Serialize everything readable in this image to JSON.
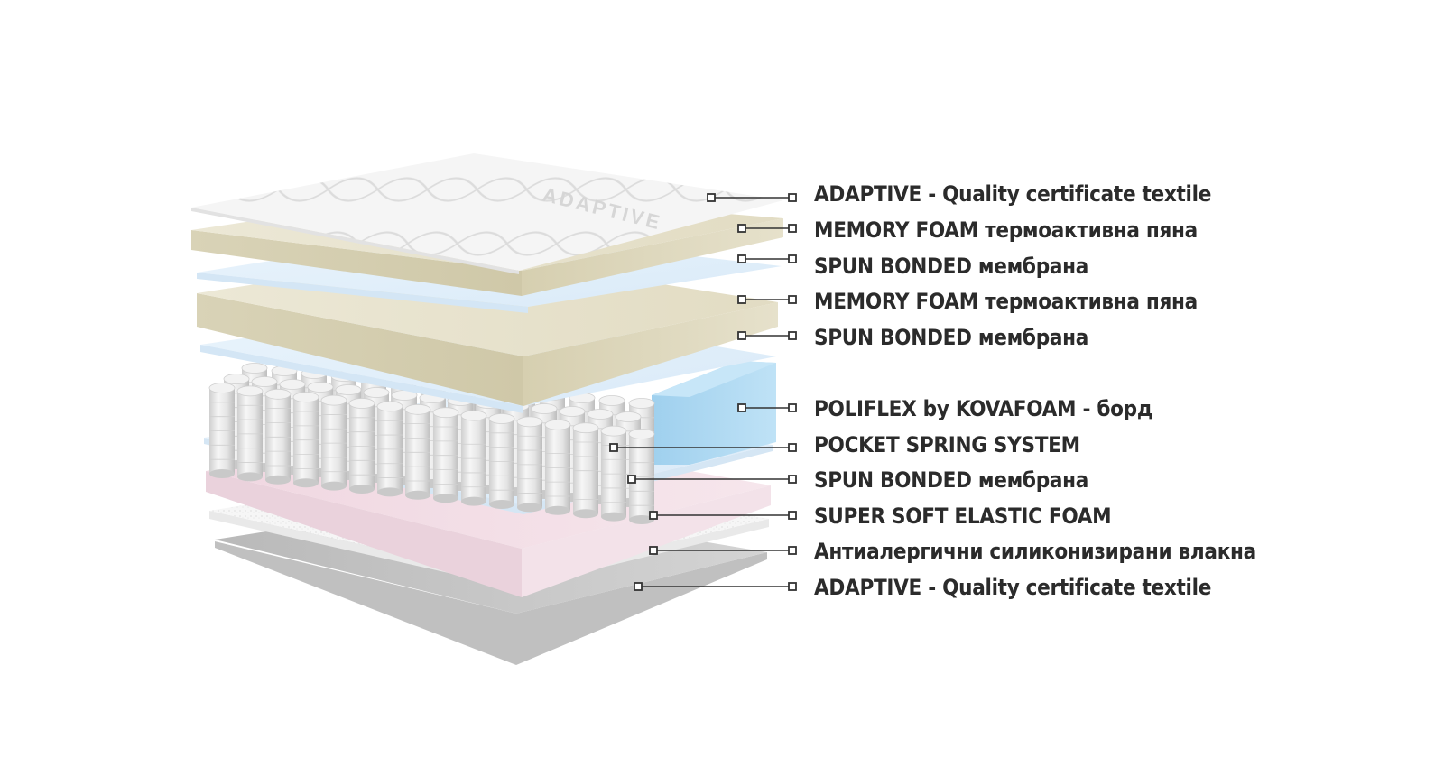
{
  "layers": [
    {
      "id": "adaptive-top",
      "label": "ADAPTIVE - Quality certificate textile"
    },
    {
      "id": "memory-foam-1",
      "label": "MEMORY FOAM термоактивна пяна"
    },
    {
      "id": "spun-bonded-1",
      "label": "SPUN BONDED мембрана"
    },
    {
      "id": "memory-foam-2",
      "label": "MEMORY FOAM термоактивна пяна"
    },
    {
      "id": "spun-bonded-2",
      "label": "SPUN BONDED мембрана"
    },
    {
      "id": "poliflex",
      "label": "POLIFLEX by KOVAFOAM - борд"
    },
    {
      "id": "pocket-spring",
      "label": "POCKET SPRING SYSTEM"
    },
    {
      "id": "spun-bonded-3",
      "label": "SPUN BONDED мембрана"
    },
    {
      "id": "super-soft-foam",
      "label": "SUPER SOFT ELASTIC FOAM"
    },
    {
      "id": "silicone-fibers",
      "label": "Антиалергични силиконизирани влакна"
    },
    {
      "id": "adaptive-bottom",
      "label": "ADAPTIVE - Quality certificate textile"
    }
  ],
  "colors": {
    "textile": "#f4f4f4",
    "memory_foam": "#e9e4cf",
    "spun_bonded": "#e3f0fb",
    "poliflex": "#a9d7f1",
    "spring": "#e8e8e8",
    "super_soft_foam": "#f2dde6",
    "fibers": "#f7f7f7",
    "bottom_textile": "#c4c4c4",
    "text": "#2b2b2b"
  },
  "top_textile_watermark": "ADAPTIVE"
}
